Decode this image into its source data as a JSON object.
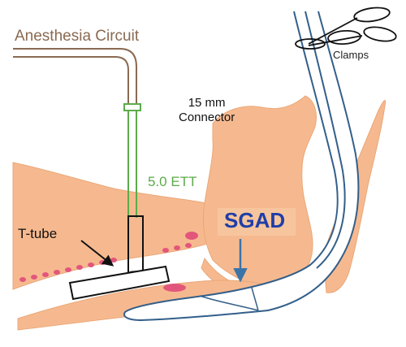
{
  "labels": {
    "circuit": "Anesthesia Circuit",
    "connector_line1": "15 mm",
    "connector_line2": "Connector",
    "ett": "5.0 ETT",
    "ttube": "T-tube",
    "sgad": "SGAD",
    "clamps": "Clamps"
  },
  "colors": {
    "tissue": "#f6b98f",
    "tissue_edge": "#e9a777",
    "mucosa_spots": "#e2567b",
    "circuit_tube": "#8a6a52",
    "ett_tube": "#5cab49",
    "sgad_device": "#335f8a",
    "sgad_arrow": "#3a73a8",
    "sgad_text": "#1f3fa8",
    "outline": "#111111"
  },
  "icons": {
    "clamps": "scissor-clamp-icon",
    "arrows": "pointer-arrow"
  }
}
